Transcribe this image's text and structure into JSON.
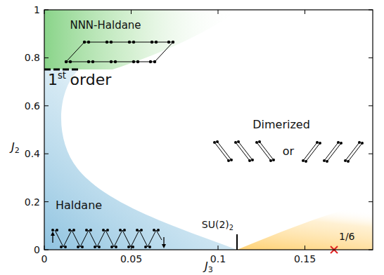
{
  "diagram": {
    "labels": [
      "NNN-Haldane",
      "1",
      "st",
      "order",
      "Haldane",
      "Dimerized",
      "or",
      "SU(2)",
      "2",
      "1/6",
      "0",
      "0.2",
      "0.4",
      "0.6",
      "0.8",
      "1",
      "0",
      "0.05",
      "0.1",
      "0.15",
      "J",
      "3",
      "J",
      "2"
    ]
  }
}
